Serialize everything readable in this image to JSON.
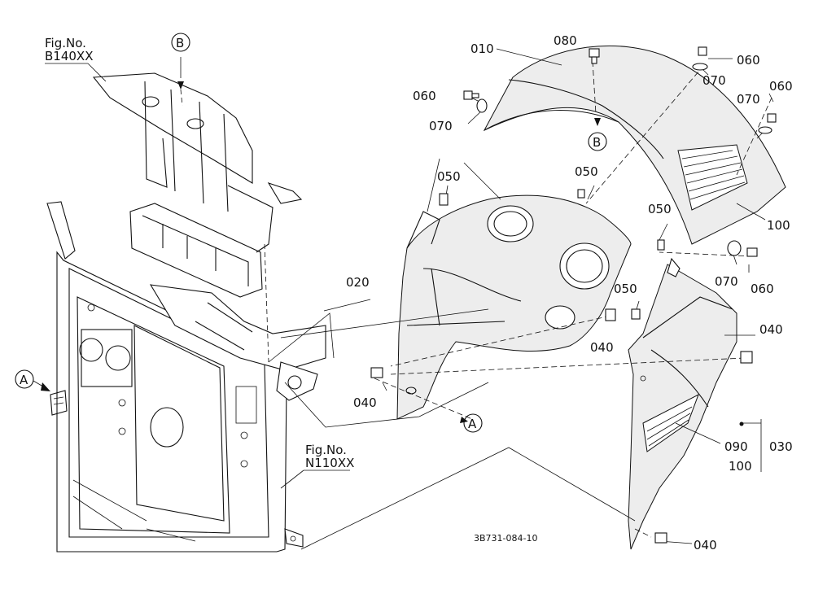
{
  "figure": {
    "fig_ref_1": {
      "line1": "Fig.No.",
      "line2": "B140XX"
    },
    "fig_ref_2": {
      "line1": "Fig.No.",
      "line2": "N110XX"
    },
    "ref_B": "B",
    "ref_A": "A",
    "drawing_number": "3B731-084-10"
  },
  "parts": {
    "p010": "010",
    "p020": "020",
    "p030": "030",
    "p040": "040",
    "p050": "050",
    "p060": "060",
    "p070": "070",
    "p080": "080",
    "p090": "090",
    "p100": "100"
  }
}
